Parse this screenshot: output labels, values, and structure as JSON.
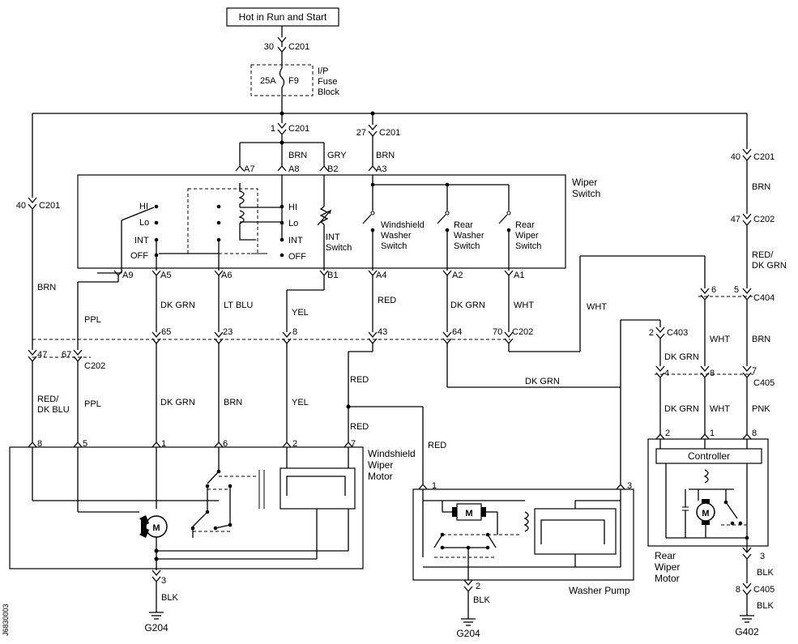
{
  "power": {
    "source": "Hot in Run and Start"
  },
  "fuse": {
    "amps": "25A",
    "id": "F9",
    "location": "I/P\nFuse\nBlock"
  },
  "components": {
    "wiper_switch": "Wiper\nSwitch",
    "windshield_wiper_motor": "Windshield\nWiper\nMotor",
    "washer_pump": "Washer  Pump",
    "rear_wiper_motor": "Rear\nWiper\nMotor",
    "controller": "Controller",
    "int_switch": "INT\nSwitch",
    "windshield_washer_switch": "Windshield\nWasher\nSwitch",
    "rear_washer_switch": "Rear\nWasher\nSwitch",
    "rear_wiper_switch": "Rear\nWiper\nSwitch",
    "motor_symbol": "M"
  },
  "switch_positions": {
    "left": [
      "HI",
      "Lo",
      "INT",
      "OFF"
    ],
    "right": [
      "HI",
      "Lo",
      "INT",
      "OFF"
    ]
  },
  "connectors": {
    "c201": "C201",
    "c202": "C202",
    "c403": "C403",
    "c404": "C404",
    "c405": "C405"
  },
  "pins": {
    "fuse_in": "30",
    "fuse_out": "1",
    "bus_c201_27": "27",
    "left_c201": "40",
    "right_c201": "40",
    "right_c202": "47",
    "c404_6": "6",
    "c404_5": "5",
    "c403_2": "2",
    "c405_4": "4",
    "c405_8": "8",
    "c405_7": "7",
    "c405_bottom": "8",
    "switch_top": [
      "A7",
      "A8",
      "B2",
      "A3"
    ],
    "switch_bottom": [
      "A9",
      "A5",
      "A6",
      "B1",
      "A4",
      "A2",
      "A1"
    ],
    "c202_row": [
      "65",
      "23",
      "8",
      "43",
      "64",
      "70"
    ],
    "c202_left": [
      "47",
      "67"
    ],
    "wiper_motor": [
      "8",
      "5",
      "1",
      "6",
      "2",
      "7"
    ],
    "wiper_motor_ground": "3",
    "pump_in": "1",
    "pump_out": "3",
    "pump_ground": "2",
    "rear_motor": [
      "2",
      "1",
      "8"
    ],
    "rear_motor_ground": "3"
  },
  "wire_colors": {
    "brn": "BRN",
    "gry": "GRY",
    "red_dk_blu": "RED/\nDK BLU",
    "ppl": "PPL",
    "dk_grn": "DK GRN",
    "lt_blu": "LT BLU",
    "yel": "YEL",
    "red": "RED",
    "wht": "WHT",
    "red_dk_grn": "RED/\nDK GRN",
    "pnk": "PNK",
    "blk": "BLK"
  },
  "grounds": {
    "g204_a": "G204",
    "g204_b": "G204",
    "g402": "G402"
  },
  "figure_code": "J6830003"
}
